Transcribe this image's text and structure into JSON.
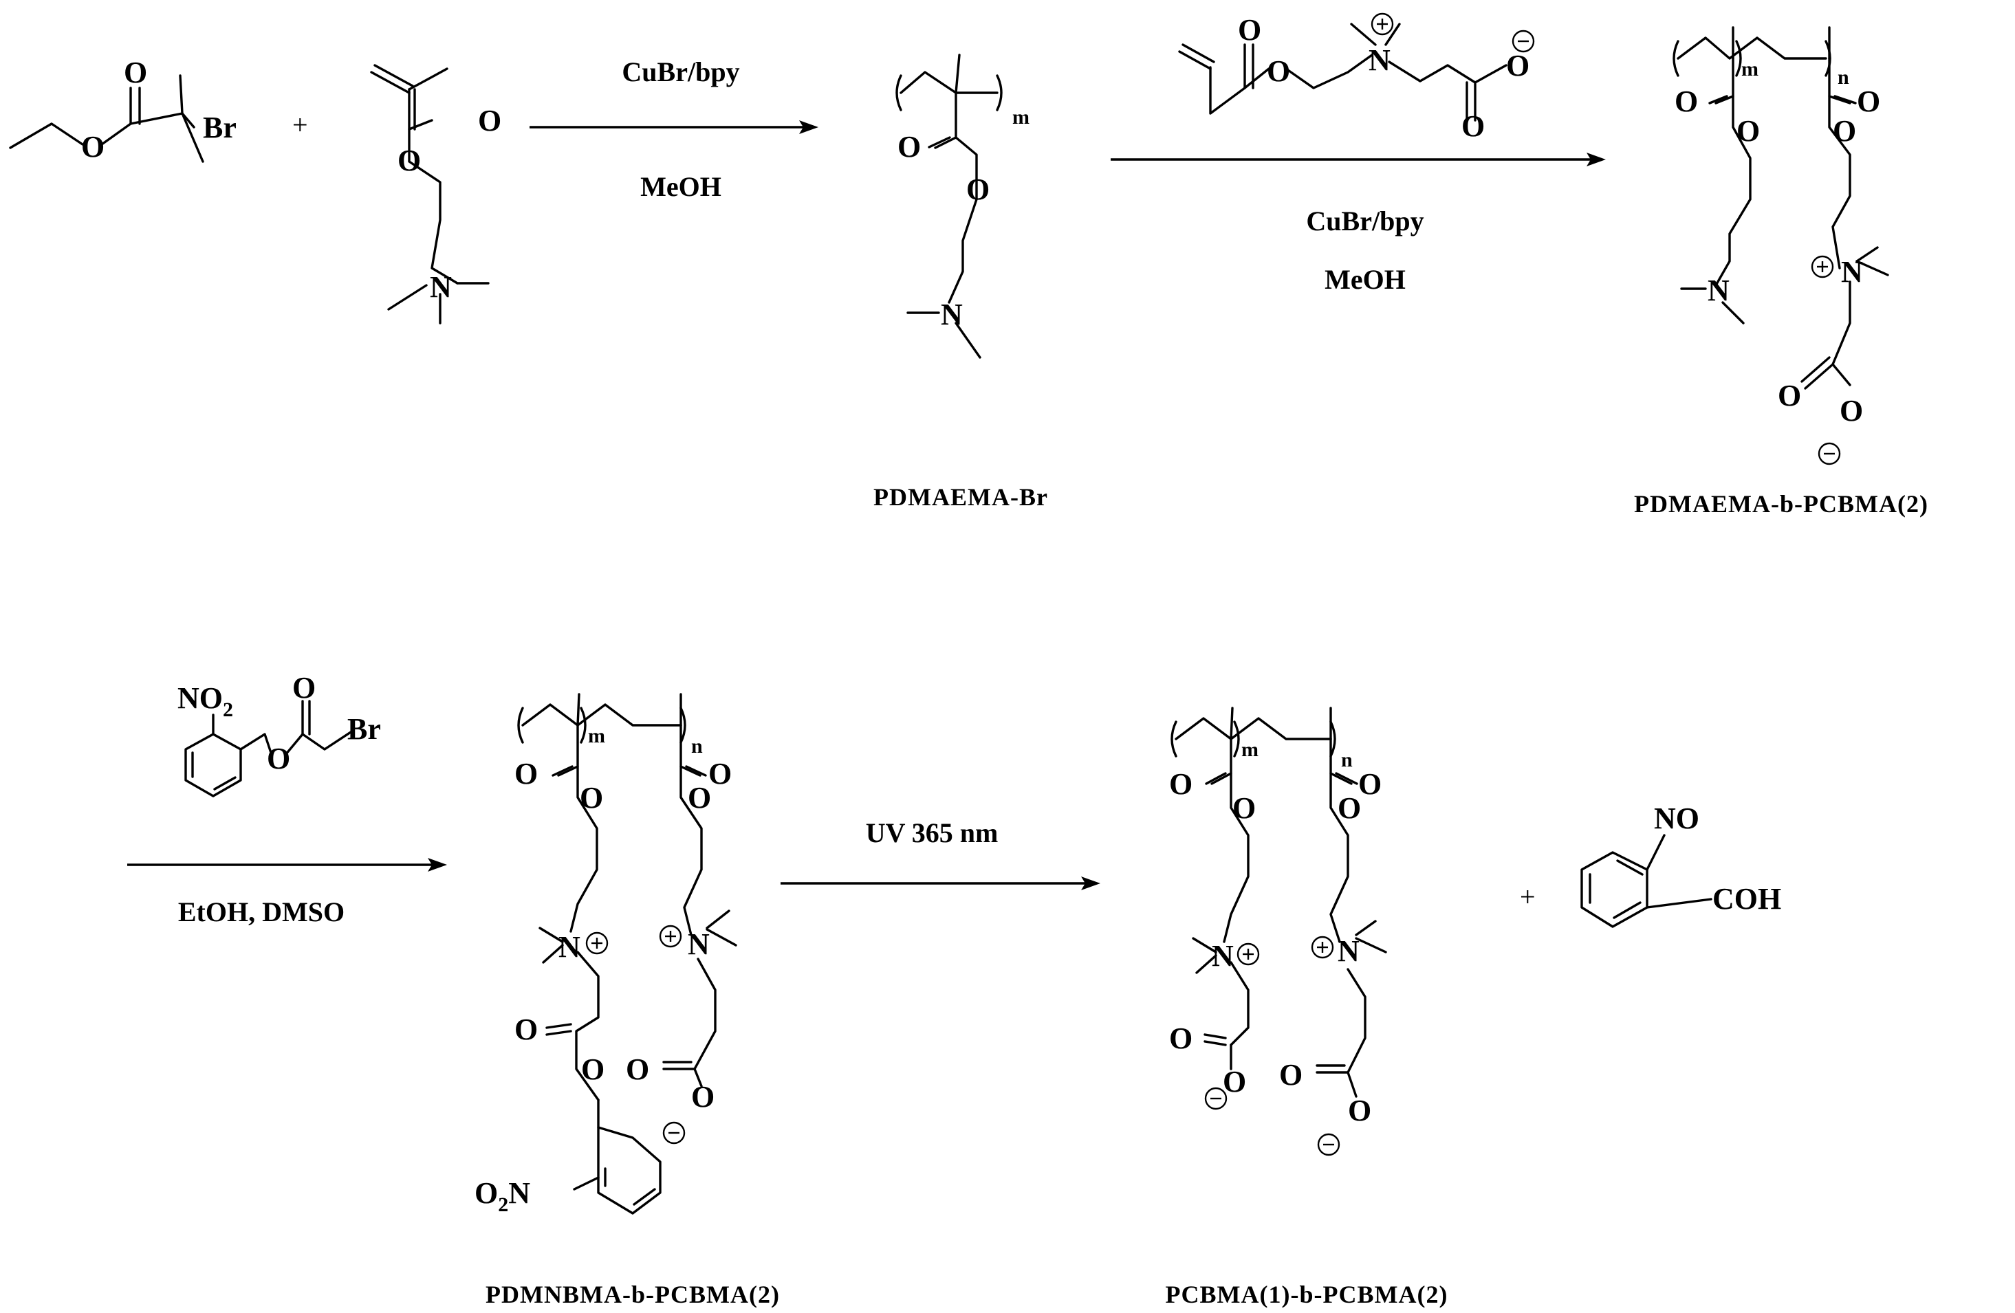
{
  "step1": {
    "reagent_1": "CuBr/bpy",
    "reagent_2": "MeOH",
    "plus": "+"
  },
  "step2": {
    "reagent_1": "CuBr/bpy",
    "reagent_2": "MeOH"
  },
  "step3": {
    "reagent_1": "EtOH, DMSO"
  },
  "step4": {
    "reagent_1": "UV 365 nm",
    "plus": "+"
  },
  "products": {
    "p1": "PDMAEMA-Br",
    "p2": "PDMAEMA-b-PCBMA(2)",
    "p3": "PDMNBMA-b-PCBMA(2)",
    "p4": "PCBMA(1)-b-PCBMA(2)"
  },
  "atoms": {
    "O": "O",
    "Br": "Br",
    "N": "N",
    "NO": "NO",
    "COH": "COH",
    "NO2_main": "NO",
    "NO2_sub": "2",
    "O2N_O": "O",
    "O2N_sub": "2",
    "O2N_N": "N",
    "m": "m",
    "n": "n",
    "plus_charge": "+",
    "minus_charge": "−"
  }
}
